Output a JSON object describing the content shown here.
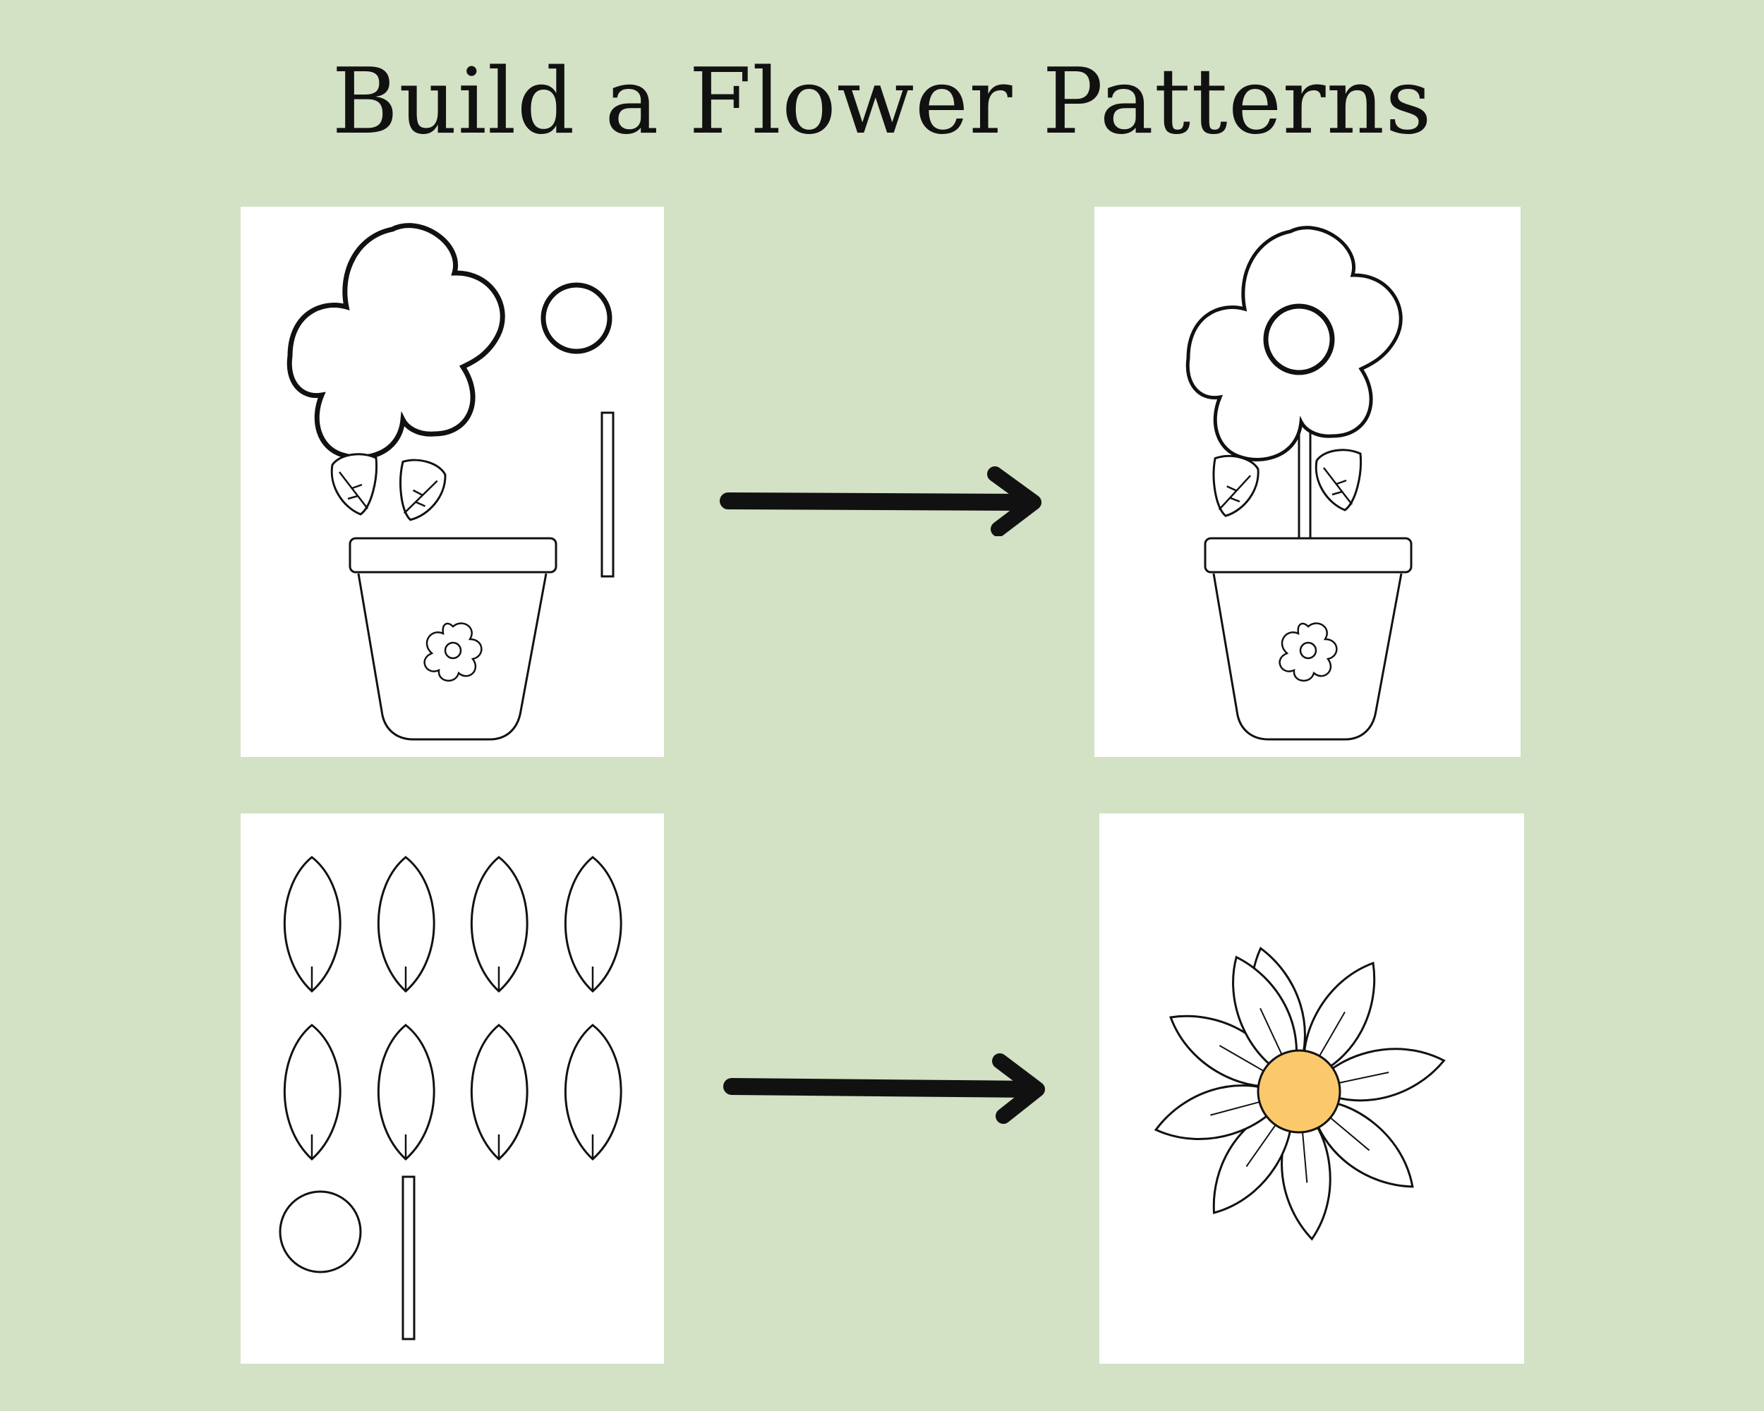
{
  "title": "Build a Flower Patterns",
  "colors": {
    "background": "#d3e1c4",
    "card": "#ffffff",
    "outline": "#111111",
    "flower_center": "#fbc96b"
  },
  "panels": [
    {
      "name": "pot-flower-pieces",
      "icon": "pot-flower-parts-icon"
    },
    {
      "name": "pot-flower-assembled",
      "icon": "potted-flower-icon"
    },
    {
      "name": "daisy-pieces",
      "icon": "petal-pieces-icon"
    },
    {
      "name": "daisy-assembled",
      "icon": "daisy-flower-icon"
    }
  ],
  "arrows": [
    {
      "name": "arrow-right-top",
      "icon": "arrow-right-icon"
    },
    {
      "name": "arrow-right-bottom",
      "icon": "arrow-right-icon"
    }
  ]
}
